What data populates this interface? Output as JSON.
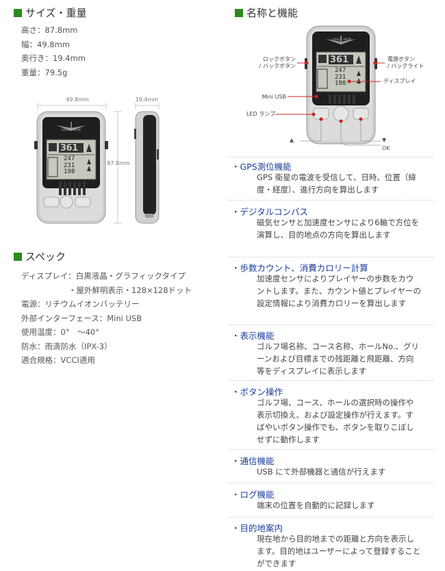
{
  "size": {
    "heading": "サイズ・重量",
    "lines": [
      "高さ：87.8mm",
      "幅：49.8mm",
      "奥行き：19.4mm",
      "重量：79.5g"
    ],
    "width_label": "49.8mm",
    "depth_label": "19.4mm",
    "height_label": "87.8mm"
  },
  "device": {
    "brand": "EAGLE VIEW",
    "readings": [
      "361",
      "247",
      "231",
      "198"
    ]
  },
  "spec": {
    "heading": "スペック",
    "lines": [
      "ディスプレイ：白黒液晶・グラフィックタイプ",
      "　　　　　　・屋外鮮明表示・128×128ドット",
      "電源：リチウムイオンバッテリー",
      "外部インターフェース：Mini USB",
      "使用温度：0°　〜40°",
      "防水：雨滴防水（IPX-3）",
      "適合規格：VCCI適用"
    ]
  },
  "names": {
    "heading": "名称と機能",
    "lock": [
      "ロックボタン",
      "/ バックボタン"
    ],
    "power": [
      "電源ボタン",
      "/ バックライト"
    ],
    "display": "ディスプレイ",
    "usb": "Mini USB",
    "led": "LED ランプ",
    "up": "▲",
    "down": "▼",
    "ok": "OK"
  },
  "features": [
    {
      "title": "・GPS測位機能",
      "body": "GPS 衛星の電波を受信して、日時、位置（緯度・経度）、進行方向を算出します"
    },
    {
      "title": "・デジタルコンパス",
      "body": "磁気センサと加速度センサにより6軸で方位を演算し、目的地点の方向を算出します"
    },
    {
      "title": "・歩数カウント、消費カロリー計算",
      "body": "加速度センサによりプレイヤーの歩数をカウントします。また、カウント値とプレイヤーの設定情報により消費カロリーを算出します"
    },
    {
      "title": "・表示機能",
      "body": "ゴルフ場名称、コース名称、ホールNo.、グリーンおよび目標までの残距離と飛距離、方向等をディスプレイに表示します"
    },
    {
      "title": "・ボタン操作",
      "body": "ゴルフ場、コース、ホールの選択時の操作や表示切換え、および設定操作が行えます。すばやいボタン操作でも、ボタンを取りこぼしせずに動作します"
    },
    {
      "title": "・通信機能",
      "body": "USB にて外部機器と通信が行えます"
    },
    {
      "title": "・ログ機能",
      "body": "端末の位置を自動的に記録します"
    },
    {
      "title": "・目的地案内",
      "body": "現在地から目的地までの距離と方向を表示します。目的地はユーザーによって登録することができます"
    }
  ]
}
